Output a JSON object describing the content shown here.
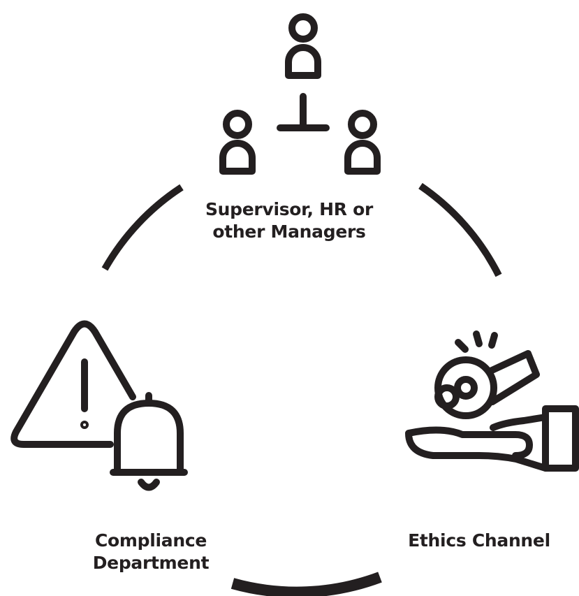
{
  "nodes": {
    "managers": {
      "line1": "Supervisor, HR or",
      "line2": "other Managers",
      "icon": "org-hierarchy-icon"
    },
    "compliance": {
      "line1": "Compliance",
      "line2": "Department",
      "icon": "warning-bell-icon"
    },
    "ethics": {
      "line1": "Ethics Channel",
      "icon": "whistle-hand-icon"
    }
  },
  "colors": {
    "stroke": "#231f20",
    "background": "#ffffff"
  }
}
